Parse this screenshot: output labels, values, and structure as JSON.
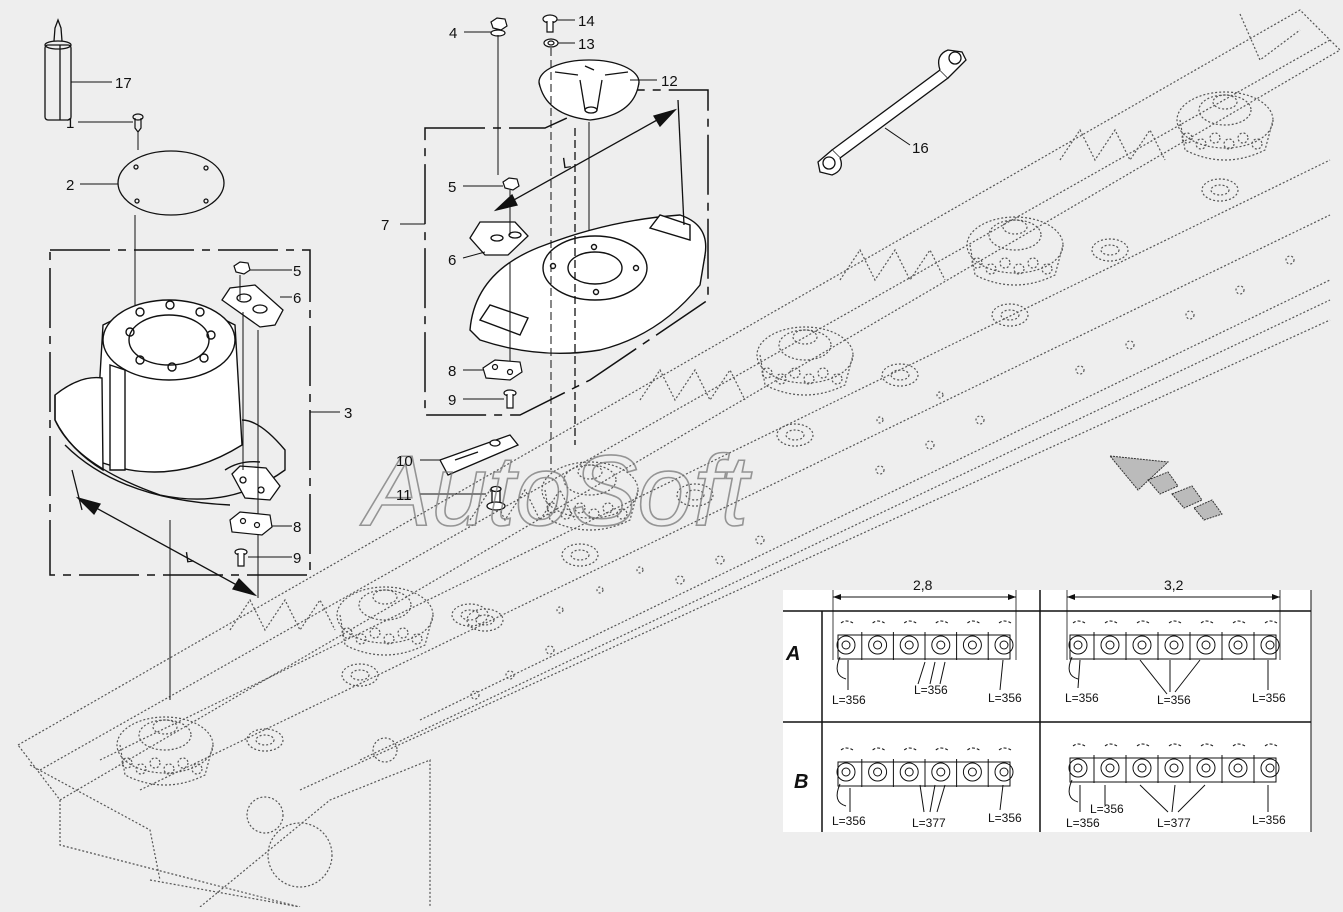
{
  "watermark": "AutoSoft",
  "callouts": {
    "c1": "1",
    "c2": "2",
    "c3": "3",
    "c4": "4",
    "c5a": "5",
    "c5b": "5",
    "c6a": "6",
    "c6b": "6",
    "c7": "7",
    "c8a": "8",
    "c8b": "8",
    "c9a": "9",
    "c9b": "9",
    "c10": "10",
    "c11": "11",
    "c12": "12",
    "c13": "13",
    "c14": "14",
    "c16": "16",
    "c17": "17"
  },
  "dimension_marks": {
    "left_guard": "L",
    "right_guard": "L"
  },
  "config_table": {
    "widths": [
      "2,8",
      "3,2"
    ],
    "rows": [
      "A",
      "B"
    ],
    "lengths": {
      "a_28_left": "L=356",
      "a_28_mid": "L=356",
      "a_28_right": "L=356",
      "a_32_left": "L=356",
      "a_32_mid": "L=356",
      "a_32_right": "L=356",
      "b_28_left": "L=356",
      "b_28_mid": "L=377",
      "b_28_right": "L=356",
      "b_32_left": "L=356",
      "b_32_left2": "L=356",
      "b_32_mid": "L=377",
      "b_32_right": "L=356"
    }
  },
  "colors": {
    "background": "#eeeeee",
    "line": "#111111",
    "dotted": "#666666",
    "table_bg": "#ffffff"
  }
}
